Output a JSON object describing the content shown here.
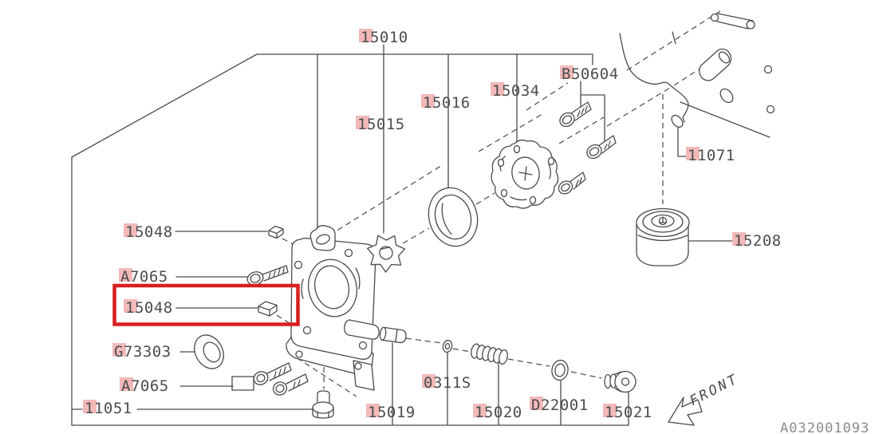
{
  "part_labels": {
    "p15010": "15010",
    "p15015": "15015",
    "p15016": "15016",
    "p15034": "15034",
    "pB50604": "B50604",
    "p11071": "11071",
    "p15208": "15208",
    "p15048a": "15048",
    "pA7065a": "A7065",
    "p15048b": "15048",
    "pG73303": "G73303",
    "pA7065b": "A7065",
    "p11051": "11051",
    "p15019": "15019",
    "p0311S": "0311S",
    "p15020": "15020",
    "pD22001": "D22001",
    "p15021": "15021"
  },
  "drawing_code": "A032001093",
  "front_marker": {
    "label": "FRONT"
  },
  "emphasis": {
    "boxed_part_label": "15048",
    "box_color": "#d81f1f",
    "label_highlight_color": "#f2b9b9"
  },
  "colors": {
    "line": "#4a4a4a",
    "label_text": "#4c4c4c",
    "drawing_code_text": "#8c8c8c",
    "background": "#ffffff"
  }
}
